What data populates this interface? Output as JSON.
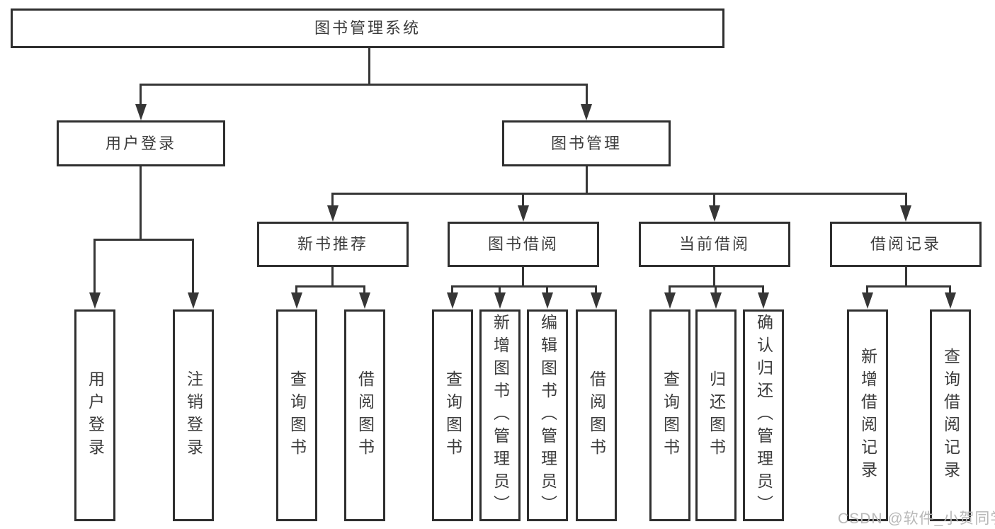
{
  "root": {
    "label": "图书管理系统"
  },
  "branches": {
    "user_login": {
      "label": "用户登录",
      "leaves": [
        "用户登录",
        "注销登录"
      ]
    },
    "book_mgmt": {
      "label": "图书管理",
      "sections": {
        "new_book_rec": {
          "label": "新书推荐",
          "leaves": [
            "查询图书",
            "借阅图书"
          ]
        },
        "book_borrow": {
          "label": "图书借阅",
          "leaves": [
            "查询图书",
            "新增图书（管理员）",
            "编辑图书（管理员）",
            "借阅图书"
          ]
        },
        "current_borrow": {
          "label": "当前借阅",
          "leaves": [
            "查询图书",
            "归还图书",
            "确认归还（管理员）"
          ]
        },
        "borrow_records": {
          "label": "借阅记录",
          "leaves": [
            "新增借阅记录",
            "查询借阅记录"
          ]
        }
      }
    }
  },
  "watermark": "CSDN @软件_小贺同学",
  "colors": {
    "line": "#363636",
    "border": "#2f2f2f",
    "text": "#3c3c3c",
    "watermark": "#b8b8b8",
    "background": "#ffffff"
  }
}
